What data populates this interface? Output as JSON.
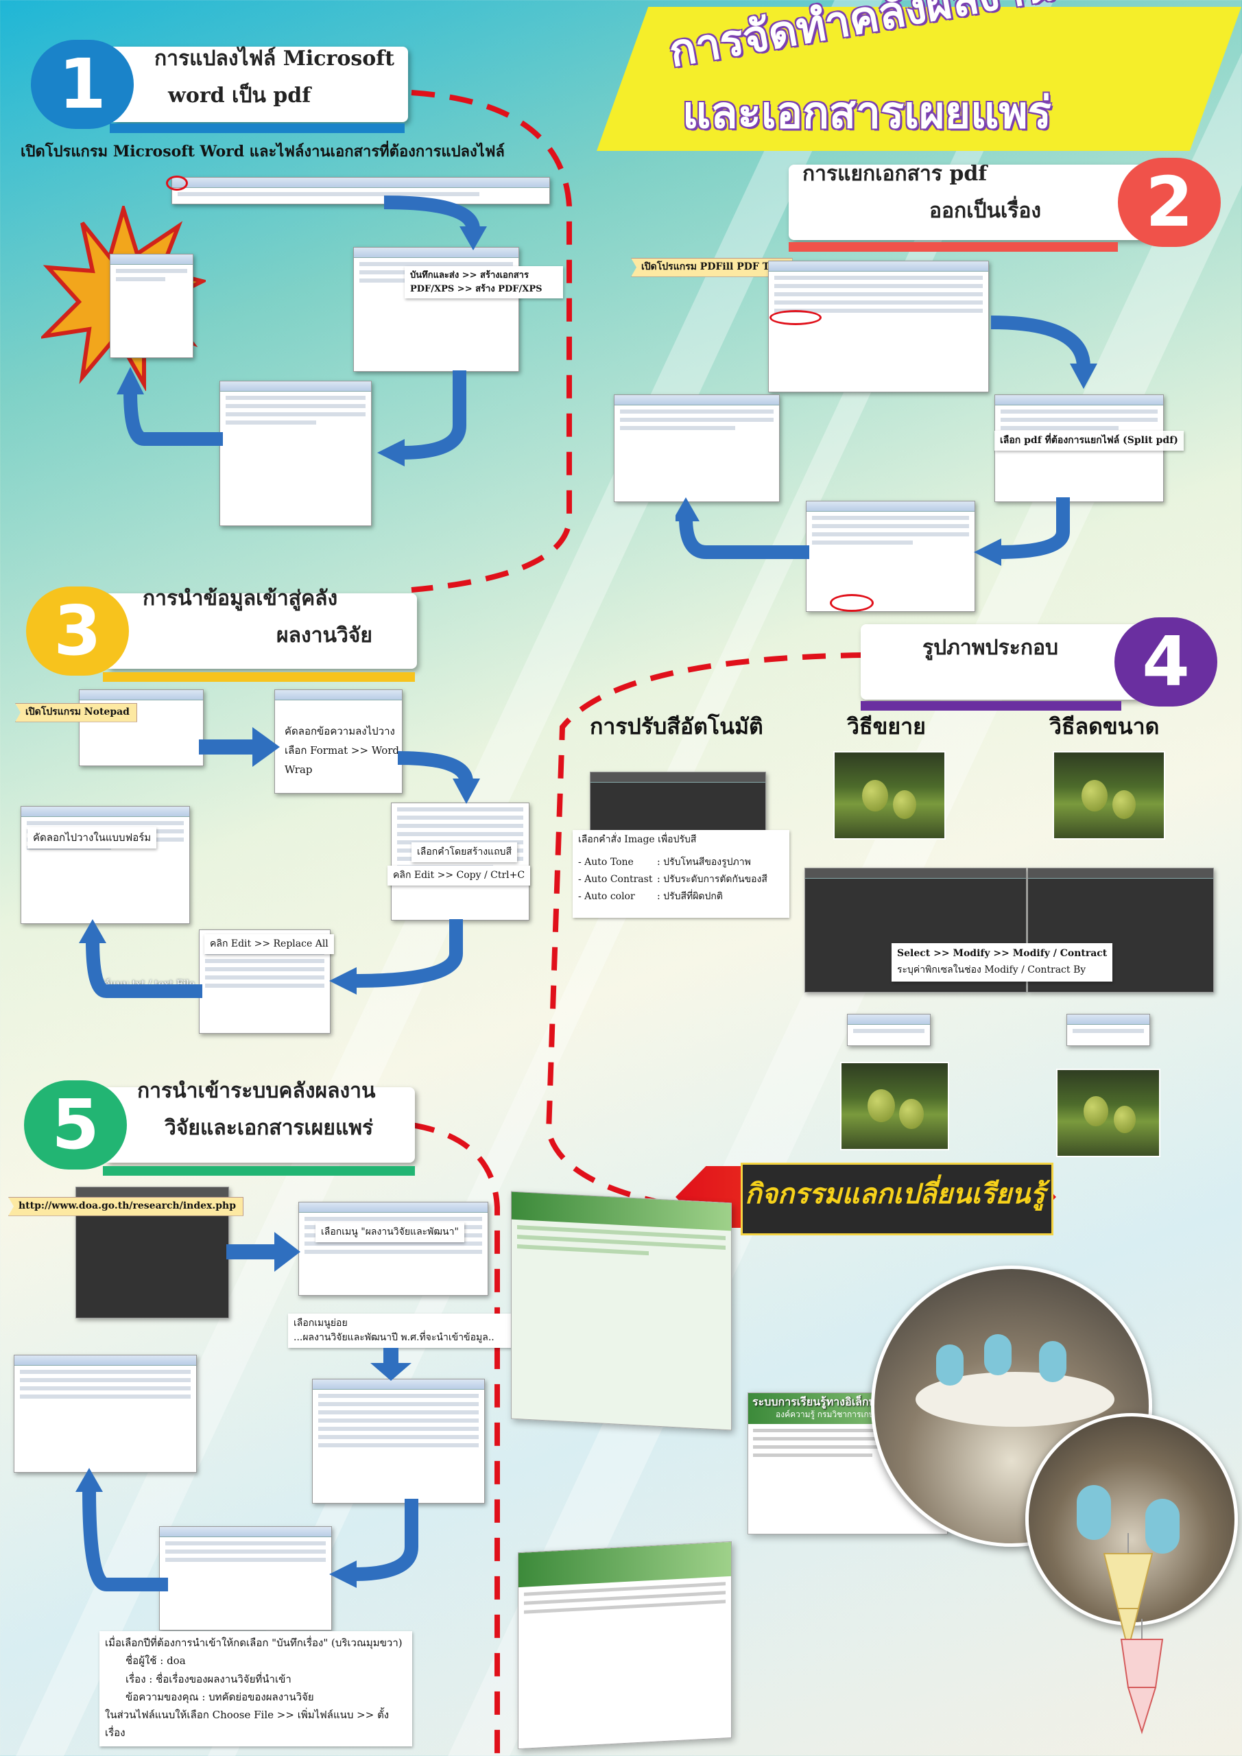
{
  "title": {
    "line1": "การจัดทำคลังผลงานวิจัย",
    "line2": "และเอกสารเผยแพร่"
  },
  "colors": {
    "step1": "#1a83c9",
    "step2": "#f0524a",
    "step3": "#f7c31d",
    "step4": "#6a2fa0",
    "step5": "#22b573",
    "dash": "#e0101a"
  },
  "step1": {
    "number": "1",
    "title_l1": "การแปลงไฟล์ Microsoft",
    "title_l2": "word เป็น pdf",
    "intro": "เปิดโปรแกรม Microsoft Word และไฟล์งานเอกสารที่ต้องการแปลงไฟล์",
    "callout": "บันทึกและส่ง >> สร้างเอกสาร PDF/XPS >> สร้าง PDF/XPS"
  },
  "step2": {
    "number": "2",
    "title_l1": "การแยกเอกสาร pdf",
    "title_l2": "ออกเป็นเรื่อง",
    "callout_open": "เปิดโปรแกรม PDFill PDF Tool",
    "select_split": "เลือก pdf ที่ต้องการแยกไฟล์ (Split pdf)"
  },
  "step3": {
    "number": "3",
    "title_l1": "การนำข้อมูลเข้าสู่คลัง",
    "title_l2": "ผลงานวิจัย",
    "callout_notepad": "เปิดโปรแกรม Notepad",
    "paste_wrap_l1": "คัดลอกข้อความลงไปวาง",
    "paste_wrap_l2": "เลือก Format >> Word",
    "paste_wrap_l3": "Wrap",
    "select_copy_l1": "เลือกคำโดยสร้างแถบสี",
    "select_copy_l2": "คลิก Edit  >>  Copy / Ctrl+C",
    "replace_all": "คลิก Edit >> Replace All",
    "paste_form": "คัดลอกไปวางในแบบฟอร์ม",
    "attach": "ไฟล์แนบ txt / text File"
  },
  "step4": {
    "number": "4",
    "title": "รูปภาพประกอบ",
    "col1": "การปรับสีอัตโนมัติ",
    "col2": "วิธีขยาย",
    "col3": "วิธีลดขนาด",
    "image_menu": "เลือกคำสั่ง Image เพื่อปรับสี",
    "options": [
      {
        "name": "- Auto Tone",
        "desc": ": ปรับโทนสีของรูปภาพ"
      },
      {
        "name": "- Auto Contrast",
        "desc": ": ปรับระดับการตัดกันของสี"
      },
      {
        "name": "- Auto color",
        "desc": ": ปรับสีที่ผิดปกติ"
      }
    ],
    "modify_l1": "Select >> Modify >>   Modify / Contract",
    "modify_l2": "ระบุค่าพิกเซลในช่อง Modify / Contract By"
  },
  "step5": {
    "number": "5",
    "title_l1": "การนำเข้าระบบคลังผลงาน",
    "title_l2": "วิจัยและเอกสารเผยแพร่",
    "url": "http://www.doa.go.th/research/index.php",
    "menu": "เลือกเมนู \"ผลงานวิจัยและพัฒนา\"",
    "submenu_l1": "เลือกเมนูย่อย",
    "submenu_l2": "...ผลงานวิจัยและพัฒนาปี พ.ศ.ที่จะนำเข้าข้อมูล..",
    "instructions": [
      "เมื่อเลือกปีที่ต้องการนำเข้าให้กดเลือก \"บันทึกเรื่อง\" (บริเวณมุมขวา)",
      "ชื่อผู้ใช้ : doa",
      "เรื่อง : ชื่อเรื่องของผลงานวิจัยที่นำเข้า",
      "ข้อความของคุณ : บทคัดย่อของผลงานวิจัย",
      "ในส่วนไฟล์แนบให้เลือก Choose File >> เพิ่มไฟล์แนบ >> ตั้งเรื่อง"
    ]
  },
  "km": {
    "banner": "กิจกรรมแลกเปลี่ยนเรียนรู้",
    "site_title": "ระบบการเรียนรู้ทางอิเล็กทรอนิกส์",
    "site_subtitle": "องค์ความรู้ กรมวิชาการเกษตร"
  }
}
